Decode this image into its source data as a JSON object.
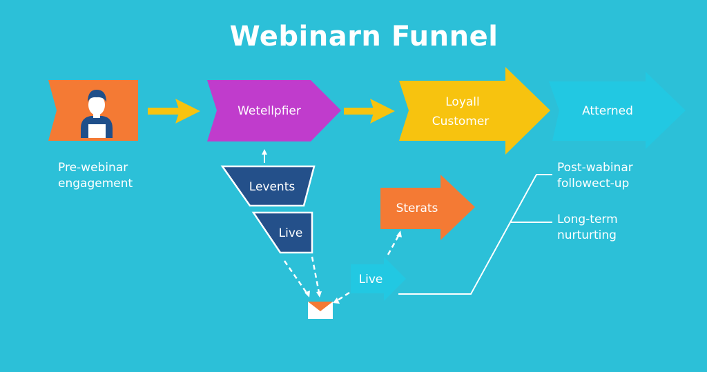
{
  "title": "Webinarn Funnel",
  "colors": {
    "background": "#2cc0d8",
    "orange": "#f47a34",
    "purple": "#c03ccc",
    "yellow": "#f7c30f",
    "cyan_arrow": "#22c8e2",
    "navy": "#24508a",
    "white": "#ffffff",
    "envelope_flap": "#f47a34"
  },
  "stages": [
    {
      "id": "pre-webinar",
      "label": "",
      "icon": "person-laptop-icon",
      "caption": [
        "Pre-webinar",
        "engagement"
      ]
    },
    {
      "id": "wetellpfier",
      "label": "Wetellpfier"
    },
    {
      "id": "loyal-customer",
      "label": [
        "Loyall",
        "Customer"
      ]
    },
    {
      "id": "atterned",
      "label": "Atterned"
    }
  ],
  "funnel": {
    "top_label": "Levents",
    "bottom_label": "Live"
  },
  "orange_arrow": {
    "label": "Sterats"
  },
  "cyan_small_arrow": {
    "label": "Live"
  },
  "envelope": {
    "icon": "envelope-icon"
  },
  "right_notes": [
    [
      "Post-wabinar",
      "followect-up"
    ],
    [
      "Long-term",
      "nurturting"
    ]
  ]
}
